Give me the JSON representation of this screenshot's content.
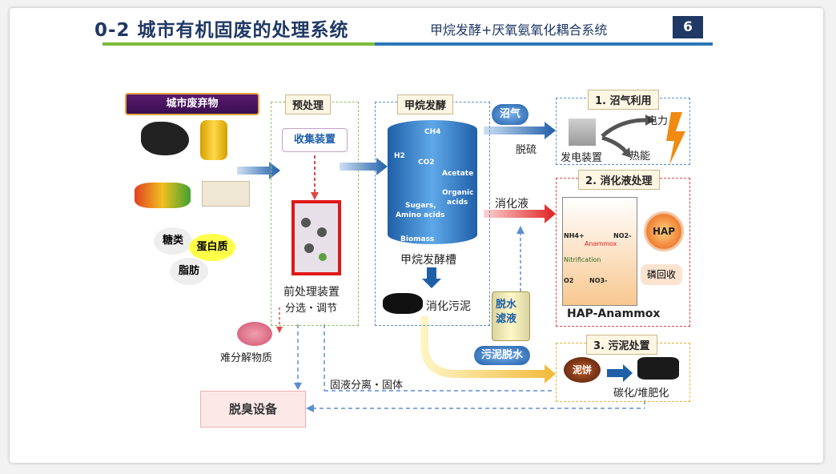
{
  "header": {
    "title": "0-2 城市有机固废的处理系统",
    "subtitle": "甲烷发酵+厌氧氨氧化耦合系统",
    "page_number": "6"
  },
  "waste": {
    "title": "城市废弃物",
    "components": [
      "糖类",
      "蛋白质",
      "脂肪"
    ]
  },
  "pretreatment": {
    "title": "预处理",
    "collector": "收集装置",
    "device": "前处理装置",
    "device_sub": "分选・调节",
    "residue": "难分解物质"
  },
  "fermentation": {
    "title": "甲烷发酵",
    "tank_label": "甲烷发酵槽",
    "digested_sludge": "消化污泥",
    "biogas_tag": "沼气",
    "desulfurization": "脱硫",
    "digestate_label": "消化液",
    "tank_text": {
      "ch4": "CH4",
      "h2": "H2",
      "co2": "CO2",
      "acetate": "Acetate",
      "organic": "Organic",
      "acids": "acids",
      "sugars": "Sugars,",
      "amino": "Amino acids",
      "biomass": "Biomass"
    }
  },
  "biogas_use": {
    "title": "1. 沼气利用",
    "generator": "发电装置",
    "electricity": "电力",
    "heat": "热能"
  },
  "digestate": {
    "title": "2. 消化液处理",
    "process": "HAP-Anammox",
    "hap": "HAP",
    "phosphorus": "磷回收",
    "labels": {
      "nh4": "NH4+",
      "no2": "NO2-",
      "no3": "NO3-",
      "o2": "O2",
      "anammox": "Anammox",
      "nitrification": "Nitrification"
    }
  },
  "sludge": {
    "title": "3. 污泥处置",
    "dewatering": "污泥脱水",
    "filtrate": "脱水滤液",
    "cake": "泥饼",
    "carbonization": "碳化/堆肥化"
  },
  "bottom": {
    "separation": "固液分离・固体",
    "deodorization": "脱臭设备"
  },
  "colors": {
    "title": "#1f3864",
    "accent_green": "#7bbd3a",
    "accent_blue": "#2e75b6",
    "red": "#e04848"
  }
}
